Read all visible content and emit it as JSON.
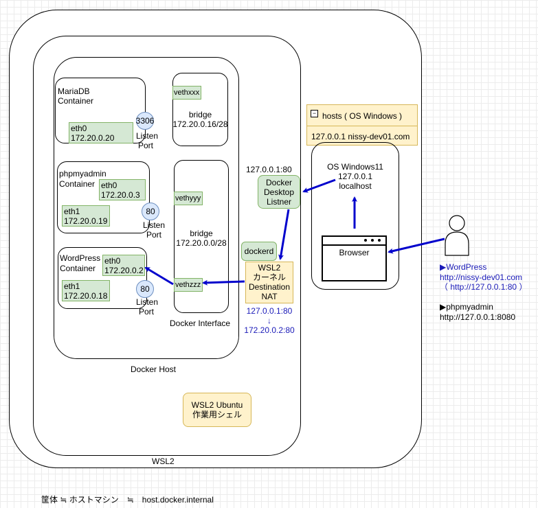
{
  "labels": {
    "wsl2": "WSL2",
    "docker_host": "Docker Host",
    "docker_interface": "Docker Interface",
    "footer": "筐体 ≒ ホストマシン　≒　host.docker.internal"
  },
  "mariadb": {
    "title_line1": "MariaDB",
    "title_line2": "Container",
    "eth0_name": "eth0",
    "eth0_ip": "172.20.0.20",
    "port": "3306",
    "port_label_line1": "Listen",
    "port_label_line2": "Port"
  },
  "phpmyadmin": {
    "title_line1": "phpmyadmin",
    "title_line2": "Container",
    "eth0_name": "eth0",
    "eth0_ip": "172.20.0.3",
    "eth1_name": "eth1",
    "eth1_ip": "172.20.0.19",
    "port": "80",
    "port_label_line1": "Listen",
    "port_label_line2": "Port"
  },
  "wordpress": {
    "title_line1": "WordPress",
    "title_line2": "Container",
    "eth0_name": "eth0",
    "eth0_ip": "172.20.0.2",
    "eth1_name": "eth1",
    "eth1_ip": "172.20.0.18",
    "port": "80",
    "port_label_line1": "Listen",
    "port_label_line2": "Port"
  },
  "bridges": {
    "top_veth": "vethxxx",
    "top_line1": "bridge",
    "top_line2": "172.20.0.16/28",
    "bottom_veth1": "vethyyy",
    "bottom_line1": "bridge",
    "bottom_line2": "172.20.0.0/28",
    "bottom_veth2": "vethzzz"
  },
  "listener": {
    "addr": "127.0.0.1:80",
    "line1": "Docker",
    "line2": "Desktop",
    "line3": "Listner"
  },
  "dockerd": "dockerd",
  "nat": {
    "line1": "WSL2",
    "line2": "カーネル",
    "line3": "Destination",
    "line4": "NAT",
    "from": "127.0.0.1:80",
    "arrow": "↓",
    "to": "172.20.0.2:80"
  },
  "ubuntu": {
    "line1": "WSL2 Ubuntu",
    "line2": "作業用シェル"
  },
  "hosts": {
    "collapse": "−",
    "title": "hosts ( OS Windows )",
    "entry": "127.0.0.1 nissy-dev01.com"
  },
  "windows": {
    "line1": "OS Windows11",
    "line2": "127.0.0.1",
    "line3": "localhost"
  },
  "browser": {
    "label": "Browser"
  },
  "user_notes": {
    "wp_title": "▶WordPress",
    "wp_url": "http://nissy-dev01.com",
    "wp_alt": "（ http://127.0.0.1:80 ）",
    "pma_title": "▶phpmyadmin",
    "pma_url": "http://127.0.0.1:8080"
  },
  "colors": {
    "arrow": "#0000cc",
    "green_fill": "#d5e8d4",
    "green_stroke": "#82b366",
    "yellow_fill": "#fff2cc",
    "yellow_stroke": "#d6b656",
    "port_fill": "#dae8fc",
    "port_stroke": "#6c8ebf",
    "link_text": "#1a1ab8"
  }
}
